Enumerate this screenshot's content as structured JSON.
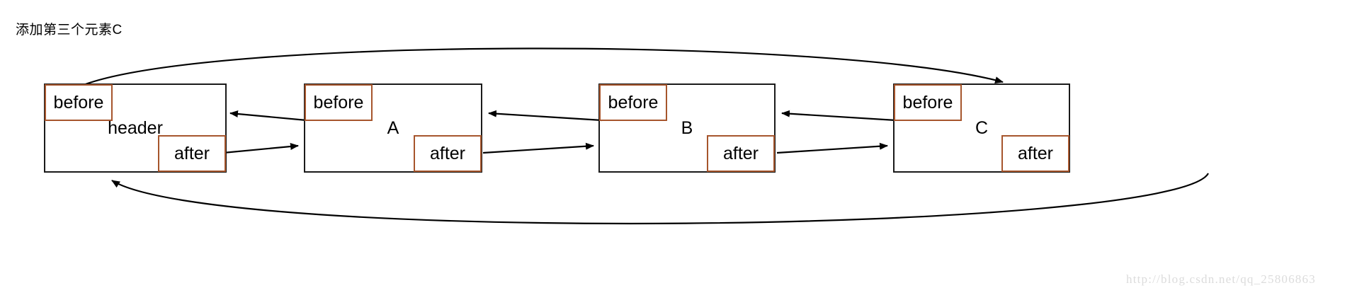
{
  "title": "添加第三个元素C",
  "watermark": "http://blog.csdn.net/qq_25806863",
  "colors": {
    "pointer_border": "#a6552c",
    "node_border": "#1a1a1a",
    "arrow": "#000000",
    "text": "#000000",
    "watermark": "#dcdcdc",
    "background": "#ffffff"
  },
  "labels": {
    "before": "before",
    "after": "after"
  },
  "nodes": [
    {
      "id": "header",
      "label": "header",
      "before": "before",
      "after": "after"
    },
    {
      "id": "a",
      "label": "A",
      "before": "before",
      "after": "after"
    },
    {
      "id": "b",
      "label": "B",
      "before": "before",
      "after": "after"
    },
    {
      "id": "c",
      "label": "C",
      "before": "before",
      "after": "after"
    }
  ],
  "edges": [
    {
      "name": "a-before-to-header",
      "from": "A.before",
      "to": "header",
      "direction": "left"
    },
    {
      "name": "header-after-to-a",
      "from": "header.after",
      "to": "A",
      "direction": "right"
    },
    {
      "name": "b-before-to-a",
      "from": "B.before",
      "to": "A",
      "direction": "left"
    },
    {
      "name": "a-after-to-b",
      "from": "A.after",
      "to": "B",
      "direction": "right"
    },
    {
      "name": "c-before-to-b",
      "from": "C.before",
      "to": "B",
      "direction": "left"
    },
    {
      "name": "b-after-to-c",
      "from": "B.after",
      "to": "C",
      "direction": "right"
    },
    {
      "name": "header-before-to-c",
      "from": "header.before",
      "to": "C",
      "direction": "wrap-top"
    },
    {
      "name": "c-after-to-header",
      "from": "C.after",
      "to": "header",
      "direction": "wrap-bottom"
    }
  ]
}
